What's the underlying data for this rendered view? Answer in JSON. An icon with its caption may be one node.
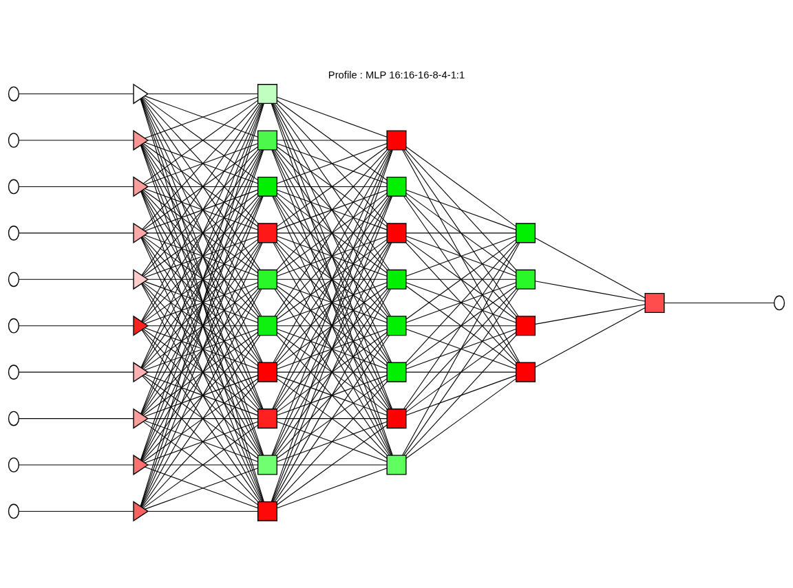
{
  "diagram": {
    "title": "Profile : MLP 16:16-16-8-4-1:1",
    "nodes": [
      {
        "text": [],
        "shape": "circle"
      },
      {
        "text": [],
        "shape": "circle"
      },
      {
        "text": [],
        "shape": "circle"
      },
      {
        "text": [],
        "shape": "circle"
      },
      {
        "text": [],
        "shape": "circle"
      },
      {
        "text": [],
        "shape": "circle"
      },
      {
        "text": [],
        "shape": "circle"
      },
      {
        "text": [],
        "shape": "circle"
      },
      {
        "text": [],
        "shape": "circle"
      },
      {
        "text": [],
        "shape": "circle"
      },
      {
        "text": [],
        "shape": "triangle"
      },
      {
        "text": [],
        "shape": "triangle"
      },
      {
        "text": [],
        "shape": "triangle"
      },
      {
        "text": [],
        "shape": "triangle"
      },
      {
        "text": [],
        "shape": "triangle"
      },
      {
        "text": [],
        "shape": "triangle"
      },
      {
        "text": [],
        "shape": "triangle"
      },
      {
        "text": [],
        "shape": "triangle"
      },
      {
        "text": [],
        "shape": "triangle"
      },
      {
        "text": [],
        "shape": "triangle"
      },
      {
        "text": [],
        "shape": "box"
      },
      {
        "text": [],
        "shape": "box"
      },
      {
        "text": [],
        "shape": "box"
      },
      {
        "text": [],
        "shape": "box"
      },
      {
        "text": [],
        "shape": "box"
      },
      {
        "text": [],
        "shape": "box"
      },
      {
        "text": [],
        "shape": "box"
      },
      {
        "text": [],
        "shape": "box"
      },
      {
        "text": [],
        "shape": "box"
      },
      {
        "text": [],
        "shape": "box"
      },
      {
        "text": [],
        "shape": "box"
      },
      {
        "text": [],
        "shape": "box"
      },
      {
        "text": [],
        "shape": "box"
      },
      {
        "text": [],
        "shape": "box"
      },
      {
        "text": [],
        "shape": "box"
      },
      {
        "text": [],
        "shape": "box"
      },
      {
        "text": [],
        "shape": "box"
      },
      {
        "text": [],
        "shape": "box"
      },
      {
        "text": [],
        "shape": "box"
      },
      {
        "text": [],
        "shape": "box"
      },
      {
        "text": [],
        "shape": "box"
      },
      {
        "text": [],
        "shape": "box"
      },
      {
        "text": [],
        "shape": "box"
      },
      {
        "text": [],
        "shape": "circle"
      }
    ],
    "edges": [
      {
        "from": 0,
        "to": 10,
        "arrow": "none"
      },
      {
        "from": 1,
        "to": 11,
        "arrow": "none"
      },
      {
        "from": 2,
        "to": 12,
        "arrow": "none"
      },
      {
        "from": 3,
        "to": 13,
        "arrow": "none"
      },
      {
        "from": 4,
        "to": 14,
        "arrow": "none"
      },
      {
        "from": 5,
        "to": 15,
        "arrow": "none"
      },
      {
        "from": 6,
        "to": 16,
        "arrow": "none"
      },
      {
        "from": 7,
        "to": 17,
        "arrow": "none"
      },
      {
        "from": 8,
        "to": 18,
        "arrow": "none"
      },
      {
        "from": 9,
        "to": 19,
        "arrow": "none"
      },
      {
        "from": 10,
        "to": 20,
        "arrow": "none"
      },
      {
        "from": 10,
        "to": 21,
        "arrow": "none"
      },
      {
        "from": 10,
        "to": 22,
        "arrow": "none"
      },
      {
        "from": 10,
        "to": 23,
        "arrow": "none"
      },
      {
        "from": 10,
        "to": 24,
        "arrow": "none"
      },
      {
        "from": 10,
        "to": 25,
        "arrow": "none"
      },
      {
        "from": 10,
        "to": 26,
        "arrow": "none"
      },
      {
        "from": 10,
        "to": 27,
        "arrow": "none"
      },
      {
        "from": 10,
        "to": 28,
        "arrow": "none"
      },
      {
        "from": 10,
        "to": 29,
        "arrow": "none"
      },
      {
        "from": 11,
        "to": 20,
        "arrow": "none"
      },
      {
        "from": 11,
        "to": 21,
        "arrow": "none"
      },
      {
        "from": 11,
        "to": 22,
        "arrow": "none"
      },
      {
        "from": 11,
        "to": 23,
        "arrow": "none"
      },
      {
        "from": 11,
        "to": 24,
        "arrow": "none"
      },
      {
        "from": 11,
        "to": 25,
        "arrow": "none"
      },
      {
        "from": 11,
        "to": 26,
        "arrow": "none"
      },
      {
        "from": 11,
        "to": 27,
        "arrow": "none"
      },
      {
        "from": 11,
        "to": 28,
        "arrow": "none"
      },
      {
        "from": 11,
        "to": 29,
        "arrow": "none"
      },
      {
        "from": 12,
        "to": 20,
        "arrow": "none"
      },
      {
        "from": 12,
        "to": 21,
        "arrow": "none"
      },
      {
        "from": 12,
        "to": 22,
        "arrow": "none"
      },
      {
        "from": 12,
        "to": 23,
        "arrow": "none"
      },
      {
        "from": 12,
        "to": 24,
        "arrow": "none"
      },
      {
        "from": 12,
        "to": 25,
        "arrow": "none"
      },
      {
        "from": 12,
        "to": 26,
        "arrow": "none"
      },
      {
        "from": 12,
        "to": 27,
        "arrow": "none"
      },
      {
        "from": 12,
        "to": 28,
        "arrow": "none"
      },
      {
        "from": 12,
        "to": 29,
        "arrow": "none"
      },
      {
        "from": 13,
        "to": 20,
        "arrow": "none"
      },
      {
        "from": 13,
        "to": 21,
        "arrow": "none"
      },
      {
        "from": 13,
        "to": 22,
        "arrow": "none"
      },
      {
        "from": 13,
        "to": 23,
        "arrow": "none"
      },
      {
        "from": 13,
        "to": 24,
        "arrow": "none"
      },
      {
        "from": 13,
        "to": 25,
        "arrow": "none"
      },
      {
        "from": 13,
        "to": 26,
        "arrow": "none"
      },
      {
        "from": 13,
        "to": 27,
        "arrow": "none"
      },
      {
        "from": 13,
        "to": 28,
        "arrow": "none"
      },
      {
        "from": 13,
        "to": 29,
        "arrow": "none"
      },
      {
        "from": 14,
        "to": 20,
        "arrow": "none"
      },
      {
        "from": 14,
        "to": 21,
        "arrow": "none"
      },
      {
        "from": 14,
        "to": 22,
        "arrow": "none"
      },
      {
        "from": 14,
        "to": 23,
        "arrow": "none"
      },
      {
        "from": 14,
        "to": 24,
        "arrow": "none"
      },
      {
        "from": 14,
        "to": 25,
        "arrow": "none"
      },
      {
        "from": 14,
        "to": 26,
        "arrow": "none"
      },
      {
        "from": 14,
        "to": 27,
        "arrow": "none"
      },
      {
        "from": 14,
        "to": 28,
        "arrow": "none"
      },
      {
        "from": 14,
        "to": 29,
        "arrow": "none"
      },
      {
        "from": 15,
        "to": 20,
        "arrow": "none"
      },
      {
        "from": 15,
        "to": 21,
        "arrow": "none"
      },
      {
        "from": 15,
        "to": 22,
        "arrow": "none"
      },
      {
        "from": 15,
        "to": 23,
        "arrow": "none"
      },
      {
        "from": 15,
        "to": 24,
        "arrow": "none"
      },
      {
        "from": 15,
        "to": 25,
        "arrow": "none"
      },
      {
        "from": 15,
        "to": 26,
        "arrow": "none"
      },
      {
        "from": 15,
        "to": 27,
        "arrow": "none"
      },
      {
        "from": 15,
        "to": 28,
        "arrow": "none"
      },
      {
        "from": 15,
        "to": 29,
        "arrow": "none"
      },
      {
        "from": 16,
        "to": 20,
        "arrow": "none"
      },
      {
        "from": 16,
        "to": 21,
        "arrow": "none"
      },
      {
        "from": 16,
        "to": 22,
        "arrow": "none"
      },
      {
        "from": 16,
        "to": 23,
        "arrow": "none"
      },
      {
        "from": 16,
        "to": 24,
        "arrow": "none"
      },
      {
        "from": 16,
        "to": 25,
        "arrow": "none"
      },
      {
        "from": 16,
        "to": 26,
        "arrow": "none"
      },
      {
        "from": 16,
        "to": 27,
        "arrow": "none"
      },
      {
        "from": 16,
        "to": 28,
        "arrow": "none"
      },
      {
        "from": 16,
        "to": 29,
        "arrow": "none"
      },
      {
        "from": 17,
        "to": 20,
        "arrow": "none"
      },
      {
        "from": 17,
        "to": 21,
        "arrow": "none"
      },
      {
        "from": 17,
        "to": 22,
        "arrow": "none"
      },
      {
        "from": 17,
        "to": 23,
        "arrow": "none"
      },
      {
        "from": 17,
        "to": 24,
        "arrow": "none"
      },
      {
        "from": 17,
        "to": 25,
        "arrow": "none"
      },
      {
        "from": 17,
        "to": 26,
        "arrow": "none"
      },
      {
        "from": 17,
        "to": 27,
        "arrow": "none"
      },
      {
        "from": 17,
        "to": 28,
        "arrow": "none"
      },
      {
        "from": 17,
        "to": 29,
        "arrow": "none"
      },
      {
        "from": 18,
        "to": 20,
        "arrow": "none"
      },
      {
        "from": 18,
        "to": 21,
        "arrow": "none"
      },
      {
        "from": 18,
        "to": 22,
        "arrow": "none"
      },
      {
        "from": 18,
        "to": 23,
        "arrow": "none"
      },
      {
        "from": 18,
        "to": 24,
        "arrow": "none"
      },
      {
        "from": 18,
        "to": 25,
        "arrow": "none"
      },
      {
        "from": 18,
        "to": 26,
        "arrow": "none"
      },
      {
        "from": 18,
        "to": 27,
        "arrow": "none"
      },
      {
        "from": 18,
        "to": 28,
        "arrow": "none"
      },
      {
        "from": 18,
        "to": 29,
        "arrow": "none"
      },
      {
        "from": 19,
        "to": 20,
        "arrow": "none"
      },
      {
        "from": 19,
        "to": 21,
        "arrow": "none"
      },
      {
        "from": 19,
        "to": 22,
        "arrow": "none"
      },
      {
        "from": 19,
        "to": 23,
        "arrow": "none"
      },
      {
        "from": 19,
        "to": 24,
        "arrow": "none"
      },
      {
        "from": 19,
        "to": 25,
        "arrow": "none"
      },
      {
        "from": 19,
        "to": 26,
        "arrow": "none"
      },
      {
        "from": 19,
        "to": 27,
        "arrow": "none"
      },
      {
        "from": 19,
        "to": 28,
        "arrow": "none"
      },
      {
        "from": 19,
        "to": 29,
        "arrow": "none"
      },
      {
        "from": 20,
        "to": 30,
        "arrow": "none"
      },
      {
        "from": 20,
        "to": 31,
        "arrow": "none"
      },
      {
        "from": 20,
        "to": 32,
        "arrow": "none"
      },
      {
        "from": 20,
        "to": 33,
        "arrow": "none"
      },
      {
        "from": 20,
        "to": 34,
        "arrow": "none"
      },
      {
        "from": 20,
        "to": 35,
        "arrow": "none"
      },
      {
        "from": 20,
        "to": 36,
        "arrow": "none"
      },
      {
        "from": 20,
        "to": 37,
        "arrow": "none"
      },
      {
        "from": 21,
        "to": 30,
        "arrow": "none"
      },
      {
        "from": 21,
        "to": 31,
        "arrow": "none"
      },
      {
        "from": 21,
        "to": 32,
        "arrow": "none"
      },
      {
        "from": 21,
        "to": 33,
        "arrow": "none"
      },
      {
        "from": 21,
        "to": 34,
        "arrow": "none"
      },
      {
        "from": 21,
        "to": 35,
        "arrow": "none"
      },
      {
        "from": 21,
        "to": 36,
        "arrow": "none"
      },
      {
        "from": 21,
        "to": 37,
        "arrow": "none"
      },
      {
        "from": 22,
        "to": 30,
        "arrow": "none"
      },
      {
        "from": 22,
        "to": 31,
        "arrow": "none"
      },
      {
        "from": 22,
        "to": 32,
        "arrow": "none"
      },
      {
        "from": 22,
        "to": 33,
        "arrow": "none"
      },
      {
        "from": 22,
        "to": 34,
        "arrow": "none"
      },
      {
        "from": 22,
        "to": 35,
        "arrow": "none"
      },
      {
        "from": 22,
        "to": 36,
        "arrow": "none"
      },
      {
        "from": 22,
        "to": 37,
        "arrow": "none"
      },
      {
        "from": 23,
        "to": 30,
        "arrow": "none"
      },
      {
        "from": 23,
        "to": 31,
        "arrow": "none"
      },
      {
        "from": 23,
        "to": 32,
        "arrow": "none"
      },
      {
        "from": 23,
        "to": 33,
        "arrow": "none"
      },
      {
        "from": 23,
        "to": 34,
        "arrow": "none"
      },
      {
        "from": 23,
        "to": 35,
        "arrow": "none"
      },
      {
        "from": 23,
        "to": 36,
        "arrow": "none"
      },
      {
        "from": 23,
        "to": 37,
        "arrow": "none"
      },
      {
        "from": 24,
        "to": 30,
        "arrow": "none"
      },
      {
        "from": 24,
        "to": 31,
        "arrow": "none"
      },
      {
        "from": 24,
        "to": 32,
        "arrow": "none"
      },
      {
        "from": 24,
        "to": 33,
        "arrow": "none"
      },
      {
        "from": 24,
        "to": 34,
        "arrow": "none"
      },
      {
        "from": 24,
        "to": 35,
        "arrow": "none"
      },
      {
        "from": 24,
        "to": 36,
        "arrow": "none"
      },
      {
        "from": 24,
        "to": 37,
        "arrow": "none"
      },
      {
        "from": 25,
        "to": 30,
        "arrow": "none"
      },
      {
        "from": 25,
        "to": 31,
        "arrow": "none"
      },
      {
        "from": 25,
        "to": 32,
        "arrow": "none"
      },
      {
        "from": 25,
        "to": 33,
        "arrow": "none"
      },
      {
        "from": 25,
        "to": 34,
        "arrow": "none"
      },
      {
        "from": 25,
        "to": 35,
        "arrow": "none"
      },
      {
        "from": 25,
        "to": 36,
        "arrow": "none"
      },
      {
        "from": 25,
        "to": 37,
        "arrow": "none"
      },
      {
        "from": 26,
        "to": 30,
        "arrow": "none"
      },
      {
        "from": 26,
        "to": 31,
        "arrow": "none"
      },
      {
        "from": 26,
        "to": 32,
        "arrow": "none"
      },
      {
        "from": 26,
        "to": 33,
        "arrow": "none"
      },
      {
        "from": 26,
        "to": 34,
        "arrow": "none"
      },
      {
        "from": 26,
        "to": 35,
        "arrow": "none"
      },
      {
        "from": 26,
        "to": 36,
        "arrow": "none"
      },
      {
        "from": 26,
        "to": 37,
        "arrow": "none"
      },
      {
        "from": 27,
        "to": 30,
        "arrow": "none"
      },
      {
        "from": 27,
        "to": 31,
        "arrow": "none"
      },
      {
        "from": 27,
        "to": 32,
        "arrow": "none"
      },
      {
        "from": 27,
        "to": 33,
        "arrow": "none"
      },
      {
        "from": 27,
        "to": 34,
        "arrow": "none"
      },
      {
        "from": 27,
        "to": 35,
        "arrow": "none"
      },
      {
        "from": 27,
        "to": 36,
        "arrow": "none"
      },
      {
        "from": 27,
        "to": 37,
        "arrow": "none"
      },
      {
        "from": 28,
        "to": 30,
        "arrow": "none"
      },
      {
        "from": 28,
        "to": 31,
        "arrow": "none"
      },
      {
        "from": 28,
        "to": 32,
        "arrow": "none"
      },
      {
        "from": 28,
        "to": 33,
        "arrow": "none"
      },
      {
        "from": 28,
        "to": 34,
        "arrow": "none"
      },
      {
        "from": 28,
        "to": 35,
        "arrow": "none"
      },
      {
        "from": 28,
        "to": 36,
        "arrow": "none"
      },
      {
        "from": 28,
        "to": 37,
        "arrow": "none"
      },
      {
        "from": 29,
        "to": 30,
        "arrow": "none"
      },
      {
        "from": 29,
        "to": 31,
        "arrow": "none"
      },
      {
        "from": 29,
        "to": 32,
        "arrow": "none"
      },
      {
        "from": 29,
        "to": 33,
        "arrow": "none"
      },
      {
        "from": 29,
        "to": 34,
        "arrow": "none"
      },
      {
        "from": 29,
        "to": 35,
        "arrow": "none"
      },
      {
        "from": 29,
        "to": 36,
        "arrow": "none"
      },
      {
        "from": 29,
        "to": 37,
        "arrow": "none"
      },
      {
        "from": 30,
        "to": 38,
        "arrow": "none"
      },
      {
        "from": 30,
        "to": 39,
        "arrow": "none"
      },
      {
        "from": 30,
        "to": 40,
        "arrow": "none"
      },
      {
        "from": 30,
        "to": 41,
        "arrow": "none"
      },
      {
        "from": 31,
        "to": 38,
        "arrow": "none"
      },
      {
        "from": 31,
        "to": 39,
        "arrow": "none"
      },
      {
        "from": 31,
        "to": 40,
        "arrow": "none"
      },
      {
        "from": 31,
        "to": 41,
        "arrow": "none"
      },
      {
        "from": 32,
        "to": 38,
        "arrow": "none"
      },
      {
        "from": 32,
        "to": 39,
        "arrow": "none"
      },
      {
        "from": 32,
        "to": 40,
        "arrow": "none"
      },
      {
        "from": 32,
        "to": 41,
        "arrow": "none"
      },
      {
        "from": 33,
        "to": 38,
        "arrow": "none"
      },
      {
        "from": 33,
        "to": 39,
        "arrow": "none"
      },
      {
        "from": 33,
        "to": 40,
        "arrow": "none"
      },
      {
        "from": 33,
        "to": 41,
        "arrow": "none"
      },
      {
        "from": 34,
        "to": 38,
        "arrow": "none"
      },
      {
        "from": 34,
        "to": 39,
        "arrow": "none"
      },
      {
        "from": 34,
        "to": 40,
        "arrow": "none"
      },
      {
        "from": 34,
        "to": 41,
        "arrow": "none"
      },
      {
        "from": 35,
        "to": 38,
        "arrow": "none"
      },
      {
        "from": 35,
        "to": 39,
        "arrow": "none"
      },
      {
        "from": 35,
        "to": 40,
        "arrow": "none"
      },
      {
        "from": 35,
        "to": 41,
        "arrow": "none"
      },
      {
        "from": 36,
        "to": 38,
        "arrow": "none"
      },
      {
        "from": 36,
        "to": 39,
        "arrow": "none"
      },
      {
        "from": 36,
        "to": 40,
        "arrow": "none"
      },
      {
        "from": 36,
        "to": 41,
        "arrow": "none"
      },
      {
        "from": 37,
        "to": 38,
        "arrow": "none"
      },
      {
        "from": 37,
        "to": 39,
        "arrow": "none"
      },
      {
        "from": 37,
        "to": 40,
        "arrow": "none"
      },
      {
        "from": 37,
        "to": 41,
        "arrow": "none"
      },
      {
        "from": 38,
        "to": 42,
        "arrow": "none"
      },
      {
        "from": 39,
        "to": 42,
        "arrow": "none"
      },
      {
        "from": 40,
        "to": 42,
        "arrow": "none"
      },
      {
        "from": 41,
        "to": 42,
        "arrow": "none"
      },
      {
        "from": 42,
        "to": 43,
        "arrow": "none"
      }
    ]
  }
}
